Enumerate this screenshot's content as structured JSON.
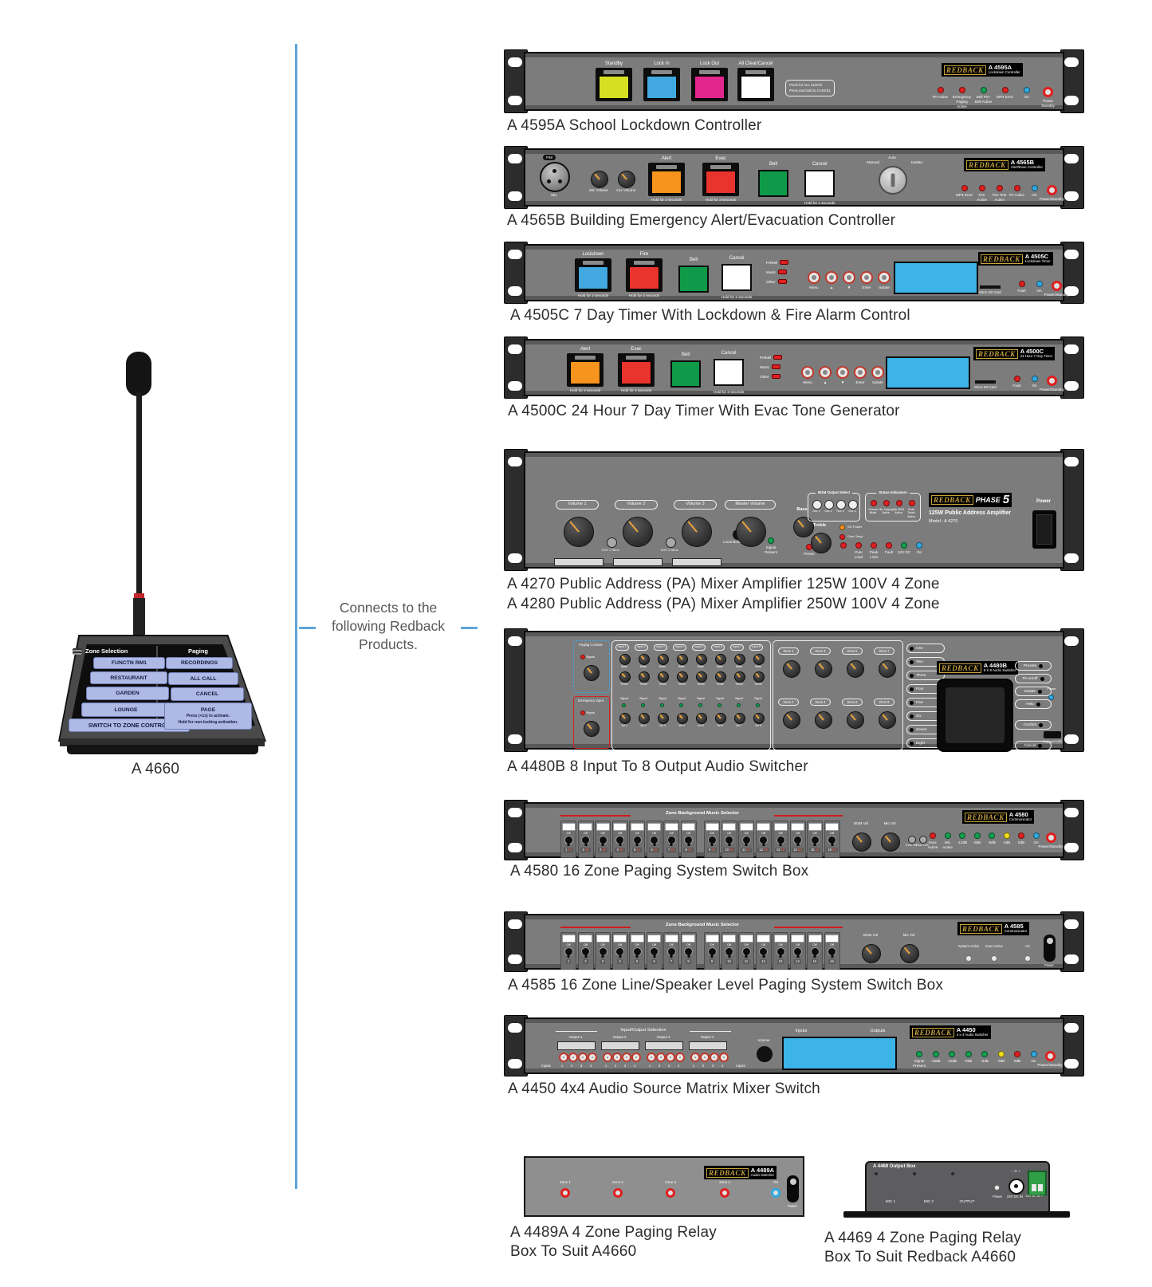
{
  "palette": {
    "red": "#e01f1f",
    "green": "#12a04e",
    "blue": "#30a9e0",
    "yellow": "#f2de1b",
    "orange": "#f7941d",
    "white": "#e8e8e8",
    "magenta": "#e3268e",
    "lcd_blue": "#3cb4e7",
    "accent_line": "#5da6dc",
    "logo_gold": "#c9a43e",
    "btn_yellow": "#d7df23",
    "btn_blue": "#41a8e0",
    "btn_green": "#0e9a48"
  },
  "connector": {
    "line1": "Connects to the",
    "line2": "following Redback",
    "line3": "Products."
  },
  "console": {
    "caption": "A 4660",
    "zone_header": "Zone Selection",
    "paging_header": "Paging",
    "zone_buttons": [
      "FUNCTN RM1",
      "RESTAURANT",
      "GARDEN",
      "LOUNGE"
    ],
    "switch_button": "SWITCH TO ZONE CONTROL",
    "paging_buttons": [
      "RECORDINGS",
      "ALL CALL",
      "CANCEL"
    ],
    "page_button": {
      "title": "PAGE",
      "line1": "Press (+1s) to activate.",
      "line2": "Hold for non-locking activation."
    }
  },
  "devices": {
    "a4595a": {
      "caption": "A 4595A School Lockdown Controller",
      "brand": "REDBACK",
      "model": "A 4595A",
      "model_sub": "Lockdown Controller",
      "buttons": [
        {
          "label": "Standby",
          "color": "#d7df23"
        },
        {
          "label": "Lock In",
          "color": "#41a8e0"
        },
        {
          "label": "Lock Out",
          "color": "#e3268e"
        },
        {
          "label": "All Clear/Cancel",
          "color": "#ffffff"
        }
      ],
      "note1": "Press for ALL CLEAR",
      "note2": "Press and hold to CANCEL",
      "leds": [
        {
          "label": "PA Active",
          "color": "red"
        },
        {
          "label": "Emergency Paging Active",
          "color": "red"
        },
        {
          "label": "Bell Pre-Bell Active",
          "color": "green"
        },
        {
          "label": "MP3 Error",
          "color": "red"
        },
        {
          "label": "On",
          "color": "blue"
        },
        {
          "label": "Power Standby",
          "color": "red",
          "ring": true
        }
      ]
    },
    "a4565b": {
      "caption": "A 4565B Building Emergency Alert/Evacuation Controller",
      "brand": "REDBACK",
      "model": "A 4565B",
      "model_sub": "Alert/Evac Controller",
      "xlr_label": "Mic",
      "xlr_badge": "P48",
      "knob1": "Mic Volume",
      "knob2": "Aux Volume",
      "buttons": [
        {
          "label": "Alert",
          "color": "#f7941d",
          "sub": "Hold for 2 seconds",
          "bezel": true
        },
        {
          "label": "Evac",
          "color": "#e8342c",
          "sub": "Hold for 2 seconds",
          "bezel": true
        },
        {
          "label": "Bell",
          "color": "#0e9a48"
        },
        {
          "label": "Cancel",
          "color": "#ffffff",
          "sub": "Hold for 2 seconds"
        }
      ],
      "key_left": "Manual",
      "key_top": "Auto",
      "key_right": "Isolate",
      "leds": [
        {
          "label": "MP3 Error",
          "color": "red"
        },
        {
          "label": "Fire Active",
          "color": "red"
        },
        {
          "label": "Fire Test Active",
          "color": "red"
        },
        {
          "label": "PA Active",
          "color": "red"
        },
        {
          "label": "On",
          "color": "blue"
        },
        {
          "label": "Power/Standby",
          "color": "red",
          "ring": true
        }
      ]
    },
    "a4505c": {
      "caption": "A 4505C 7 Day Timer With Lockdown & Fire Alarm Control",
      "brand": "REDBACK",
      "model": "A 4505C",
      "model_sub": "Lockdown Timer",
      "buttons": [
        {
          "label": "Lockdown",
          "color": "#41a8e0",
          "sub": "Hold for 2 seconds",
          "bezel": true
        },
        {
          "label": "Fire",
          "color": "#e8342c",
          "sub": "Hold for 2 seconds",
          "bezel": true
        },
        {
          "label": "Bell",
          "color": "#0e9a48"
        },
        {
          "label": "Cancel",
          "color": "#ffffff",
          "sub": "Hold for 2 seconds"
        }
      ],
      "status_leds": [
        "Prebell",
        "Music",
        "Other"
      ],
      "round_buttons": [
        "Menu",
        "▲",
        "▼",
        "Enter",
        "Isolate"
      ],
      "sd_label": "Micro SD Card",
      "leds": [
        {
          "label": "Fault",
          "color": "red"
        },
        {
          "label": "On",
          "color": "blue"
        },
        {
          "label": "Power/Standby",
          "color": "red",
          "ring": true
        }
      ]
    },
    "a4500c": {
      "caption": "A 4500C 24 Hour 7 Day Timer With Evac Tone Generator",
      "brand": "REDBACK",
      "model": "A 4500C",
      "model_sub": "24 Hour 7 Day Timer",
      "buttons": [
        {
          "label": "Alert",
          "color": "#f7941d",
          "sub": "Hold for 2 seconds",
          "bezel": true
        },
        {
          "label": "Evac",
          "color": "#e8342c",
          "sub": "Hold for 2 seconds",
          "bezel": true
        },
        {
          "label": "Bell",
          "color": "#0e9a48"
        },
        {
          "label": "Cancel",
          "color": "#ffffff",
          "sub": "Hold for 2 seconds"
        }
      ],
      "status_leds": [
        "Prebell",
        "Music",
        "Other"
      ],
      "round_buttons": [
        "Menu",
        "▲",
        "▼",
        "Enter",
        "Isolate"
      ],
      "sd_label": "Micro SD Card",
      "leds": [
        {
          "label": "Fault",
          "color": "red"
        },
        {
          "label": "On",
          "color": "blue"
        },
        {
          "label": "Power/Standby",
          "color": "red",
          "ring": true
        }
      ]
    },
    "a4270": {
      "caption": "A 4270 Public Address (PA) Mixer Amplifier 125W 100V 4 Zone",
      "caption2": "A 4280 Public Address (PA) Mixer Amplifier 250W 100V 4 Zone",
      "brand": "REDBACK",
      "brand2": "PHASE",
      "brand2_num": "5",
      "title": "125W Public Address Amplifier",
      "model_line": "Model : A 4270",
      "volume_pills": [
        "Volume 1",
        "Volume 2",
        "Volume 3"
      ],
      "vox1": "VOX 1 Sens.",
      "vox2": "VOX 2 Sens.",
      "local_music": "Local Music Input",
      "master_pill": "Master Volume",
      "signal_led": "Signal Present",
      "bass": "Bass",
      "preset": "Preset",
      "treble": "Treble",
      "bgm_title": "BGM Output Select",
      "bgm_buttons": [
        "Out 1",
        "Out 2",
        "Out 3",
        "Out 4"
      ],
      "status_title": "Status Indicators",
      "status_leds": [
        "Normal Mode",
        "Mic Paging Active",
        "Mic BGM Active",
        "Evac Tones Active"
      ],
      "side_leds": [
        {
          "label": "SG Power",
          "color": "orange"
        },
        {
          "label": "Over Temp",
          "color": "red"
        }
      ],
      "bottom_leds": [
        {
          "label": "",
          "color": "red"
        },
        {
          "label": "Over Load",
          "color": "red"
        },
        {
          "label": "Peak Limit",
          "color": "red"
        },
        {
          "label": "Fault",
          "color": "red"
        },
        {
          "label": "24V DC",
          "color": "green"
        },
        {
          "label": "On",
          "color": "blue"
        }
      ],
      "power_label": "Power"
    },
    "a4480b": {
      "caption": "A 4480B 8 Input To 8 Output Audio Switcher",
      "brand": "REDBACK",
      "model": "A 4480B",
      "model_sub": "8 X 8 Audio Switcher",
      "paging_title": "Paging Console",
      "emergency_title": "Emergency Input",
      "signal_label": "Signal",
      "inputs": [
        "Input 1",
        "Input 2",
        "Input 3",
        "Input 4",
        "Input 5",
        "Input 6",
        "Input 7",
        "Input 8"
      ],
      "bass": "Bass",
      "treble": "Treble",
      "signal": "Signal",
      "vols": [
        "Vol 1",
        "Vol 2",
        "Vol 3",
        "Vol 4",
        "Vol 5",
        "Vol 6",
        "Vol 7",
        "Vol 8"
      ],
      "zones": [
        "Zone 1",
        "Zone 3",
        "Zone 5",
        "Zone 7",
        "Zone 2",
        "Zone 4",
        "Zone 6",
        "Zone 8"
      ],
      "selector": [
        "One",
        "Two",
        "Three",
        "Four",
        "Five",
        "Six",
        "Seven",
        "Eight"
      ],
      "right_buttons": [
        "Presets",
        "PA on/off",
        "Isolate",
        "Help",
        "Confirm",
        "Cancel"
      ],
      "power_label": "Power",
      "usb_label": "Keyboard USB"
    },
    "a4580": {
      "caption": "A 4580 16 Zone Paging System Switch Box",
      "brand": "REDBACK",
      "model": "A 4580",
      "model_sub": "Communicator",
      "selector_title": "Zone Background Music Selector",
      "off_label": "Off",
      "switch_numbers": [
        [
          "1",
          "17"
        ],
        [
          "2",
          "18"
        ],
        [
          "3",
          "19"
        ],
        [
          "4",
          "20"
        ],
        [
          "5",
          "21"
        ],
        [
          "6",
          "22"
        ],
        [
          "7",
          "23"
        ],
        [
          "8",
          "24"
        ],
        [
          "9",
          "25"
        ],
        [
          "10",
          "26"
        ],
        [
          "11",
          "27"
        ],
        [
          "12",
          "28"
        ],
        [
          "13",
          "29"
        ],
        [
          "14",
          "30"
        ],
        [
          "15",
          "31"
        ],
        [
          "16",
          "32"
        ]
      ],
      "knob1": "BGM Vol",
      "knob2": "Mic Vol",
      "trim1": "Evac Vol",
      "trim2": "Evac VOX",
      "leds": [
        {
          "label": "Evac Active",
          "color": "red"
        },
        {
          "label": "Mic Active",
          "color": "green"
        },
        {
          "label": "-12dB",
          "color": "green"
        },
        {
          "label": "-9dB",
          "color": "green"
        },
        {
          "label": "-6dB",
          "color": "green"
        },
        {
          "label": "-3dB",
          "color": "yellow"
        },
        {
          "label": "0dB",
          "color": "red"
        },
        {
          "label": "On",
          "color": "blue"
        },
        {
          "label": "Power/Standby",
          "color": "red",
          "ring": true
        }
      ]
    },
    "a4585": {
      "caption": "A 4585 16 Zone Line/Speaker Level Paging System Switch Box",
      "brand": "REDBACK",
      "model": "A 4585",
      "model_sub": "Communicator",
      "selector_title": "Zone Background Music Selector",
      "off_label": "Off",
      "switch_numbers": [
        [
          "1"
        ],
        [
          "2"
        ],
        [
          "3"
        ],
        [
          "4"
        ],
        [
          "5"
        ],
        [
          "6"
        ],
        [
          "7"
        ],
        [
          "8"
        ],
        [
          "9"
        ],
        [
          "10"
        ],
        [
          "11"
        ],
        [
          "12"
        ],
        [
          "13"
        ],
        [
          "14"
        ],
        [
          "15"
        ],
        [
          "16"
        ]
      ],
      "knob1": "BGM Vol",
      "knob2": "Mic Vol",
      "leds": [
        {
          "label": "System Active",
          "color": "white"
        },
        {
          "label": "Evac Active",
          "color": "white"
        },
        {
          "label": "On",
          "color": "white"
        }
      ],
      "power_label": "Power"
    },
    "a4450": {
      "caption": "A 4450 4x4 Audio Source Matrix Mixer Switch",
      "brand": "REDBACK",
      "model": "A 4450",
      "model_sub": "4 x 4 Audio Switcher",
      "selection_title": "Input/Output Selection",
      "outputs": [
        "Output 1",
        "Output 2",
        "Output 3",
        "Output 4"
      ],
      "input_numbers": [
        "1",
        "2",
        "3",
        "4"
      ],
      "inputs_label": "Inputs",
      "volume_label": "Volume",
      "lcd_left": "Inputs",
      "lcd_right": "Outputs",
      "leds": [
        {
          "label": "Signal Present",
          "color": "green"
        },
        {
          "label": "-15dB",
          "color": "green"
        },
        {
          "label": "-12dB",
          "color": "green"
        },
        {
          "label": "-9dB",
          "color": "green"
        },
        {
          "label": "-6dB",
          "color": "green"
        },
        {
          "label": "-3dB",
          "color": "yellow"
        },
        {
          "label": "0dB",
          "color": "red"
        },
        {
          "label": "On",
          "color": "blue"
        },
        {
          "label": "Power/Standby",
          "color": "red",
          "ring": true
        }
      ]
    },
    "a4489a": {
      "caption": "A 4489A 4 Zone Paging Relay\nBox To Suit A4660",
      "brand": "REDBACK",
      "model": "A 4489A",
      "model_sub": "Audio Switcher",
      "leds": [
        {
          "label": "Zone 1",
          "color": "red"
        },
        {
          "label": "Zone 2",
          "color": "red"
        },
        {
          "label": "Zone 3",
          "color": "red"
        },
        {
          "label": "Zone 4",
          "color": "red"
        },
        {
          "label": "On",
          "color": "blue"
        }
      ],
      "power_label": "Power"
    },
    "a4469": {
      "caption": "A 4469 4 Zone Paging Relay\nBox To Suit Redback A4660",
      "panel_label": "A 4469 Output Box",
      "jacks": [
        "MIC 1",
        "MIC 2",
        "OUTPUT"
      ],
      "power_label": "Power",
      "dc_label": "24V DC IN",
      "term_label": "24V DC IN + −",
      "polarity": "− ⊙ +"
    }
  }
}
